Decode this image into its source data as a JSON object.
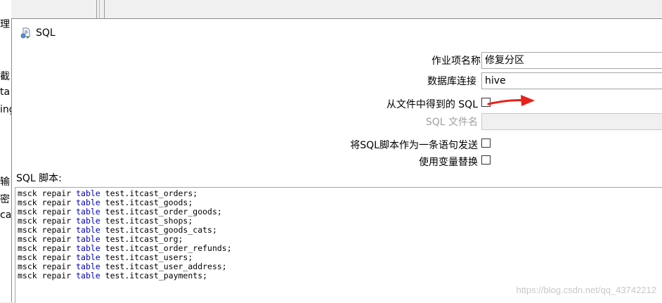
{
  "background": {
    "left_fragments": [
      "理",
      "截",
      "ta",
      "ing",
      "输",
      "密",
      "ca"
    ]
  },
  "dialog": {
    "title": "SQL",
    "title_icon": "sql-script-icon",
    "fields": {
      "step_name_label": "作业项名称",
      "step_name_value": "修复分区",
      "db_conn_label": "数据库连接",
      "db_conn_value": "hive",
      "sql_from_file_label": "从文件中得到的 SQL",
      "sql_file_label": "SQL 文件名",
      "sql_file_value": "",
      "send_single_label": "将SQL脚本作为一条语句发送",
      "var_replace_label": "使用变量替换"
    },
    "checkboxes": {
      "sql_from_file": false,
      "send_single": false,
      "var_replace": false
    },
    "script_label": "SQL 脚本:",
    "script_lines": [
      {
        "pre": "msck repair ",
        "kw": "table",
        "post": " test.itcast_orders;"
      },
      {
        "pre": "msck repair ",
        "kw": "table",
        "post": " test.itcast_goods;"
      },
      {
        "pre": "msck repair ",
        "kw": "table",
        "post": " test.itcast_order_goods;"
      },
      {
        "pre": "msck repair ",
        "kw": "table",
        "post": " test.itcast_shops;"
      },
      {
        "pre": "msck repair ",
        "kw": "table",
        "post": " test.itcast_goods_cats;"
      },
      {
        "pre": "msck repair ",
        "kw": "table",
        "post": " test.itcast_org;"
      },
      {
        "pre": "msck repair ",
        "kw": "table",
        "post": " test.itcast_order_refunds;"
      },
      {
        "pre": "msck repair ",
        "kw": "table",
        "post": " test.itcast_users;"
      },
      {
        "pre": "msck repair ",
        "kw": "table",
        "post": " test.itcast_user_address;"
      },
      {
        "pre": "msck repair ",
        "kw": "table",
        "post": " test.itcast_payments;"
      }
    ]
  },
  "annotation": {
    "arrow_color": "#e8211c"
  },
  "watermark": "https://blog.csdn.net/qq_43742212"
}
